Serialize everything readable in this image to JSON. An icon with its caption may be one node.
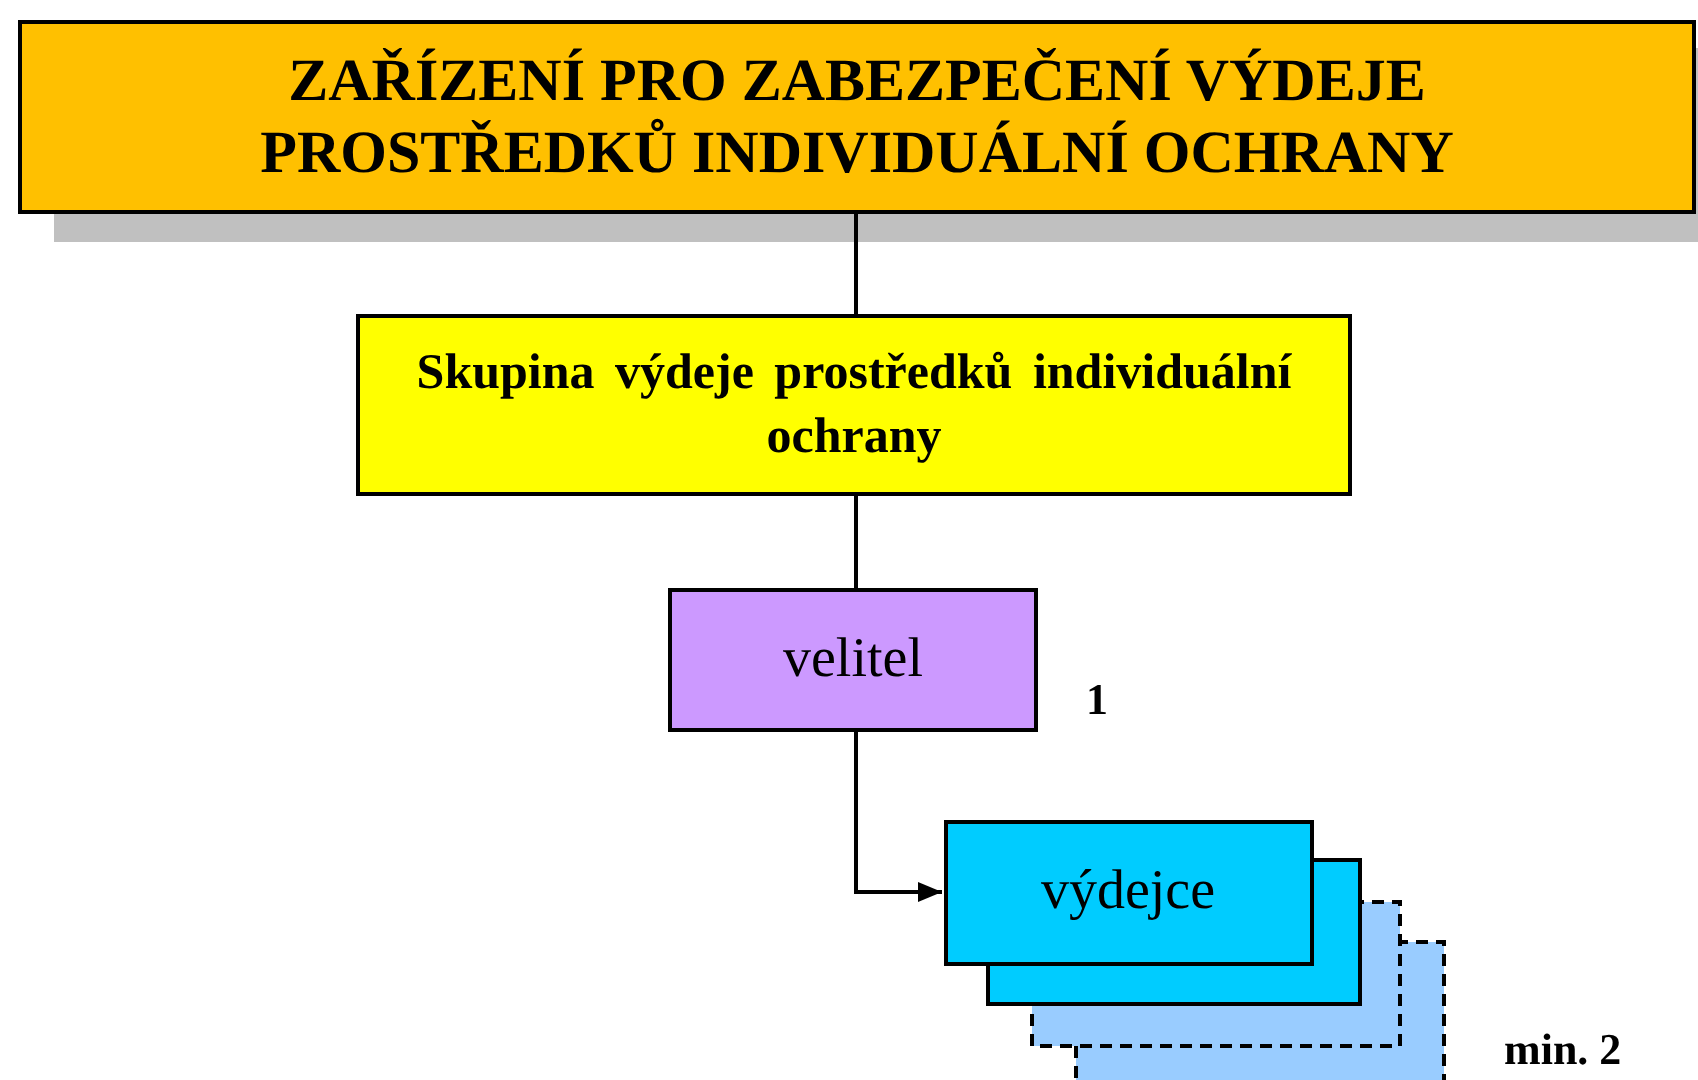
{
  "diagram": {
    "nodes": [
      {
        "text": [
          "ZAŘÍZENÍ PRO ZABEZPEČENÍ VÝDEJE PROSTŘEDKŮ INDIVIDUÁLNÍ OCHRANY"
        ]
      },
      {
        "text": [
          "Skupina výdeje prostředků individuální ochrany"
        ]
      },
      {
        "text": [
          "velitel"
        ],
        "beside": [
          "1"
        ]
      },
      {
        "text": [
          "výdejce"
        ],
        "beside": [
          "min. 2"
        ]
      }
    ],
    "edges": [
      {
        "from": 0,
        "to": 1,
        "arrow": "none"
      },
      {
        "from": 1,
        "to": 2,
        "arrow": "none"
      },
      {
        "from": 2,
        "to": 3,
        "arrow": "to"
      }
    ]
  }
}
